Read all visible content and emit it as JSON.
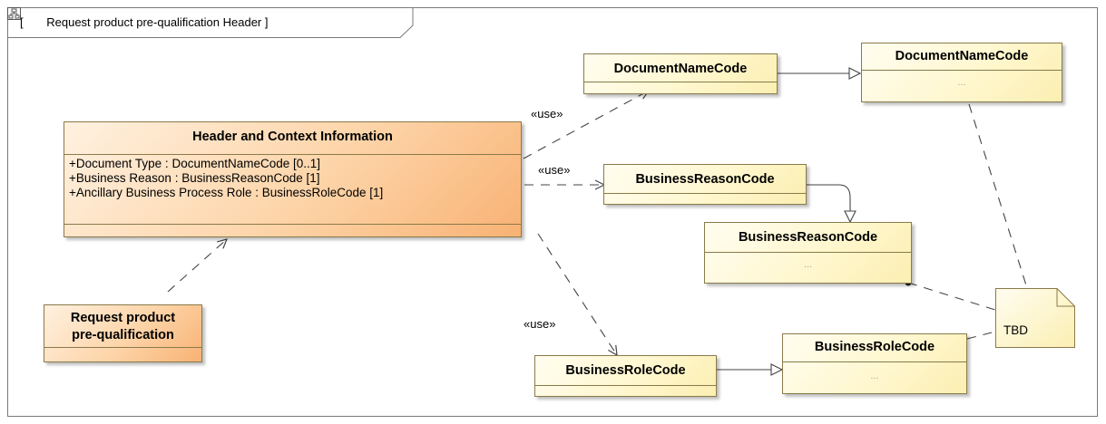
{
  "frame": {
    "title": "Request product pre-qualification Header",
    "icon": "diagram-icon"
  },
  "classes": {
    "header_context": {
      "title": "Header and Context Information",
      "attributes": [
        "+Document Type : DocumentNameCode [0..1]",
        "+Business Reason : BusinessReasonCode [1]",
        "+Ancillary Business Process Role : BusinessRoleCode [1]"
      ]
    },
    "request_product": {
      "title_line1": "Request product",
      "title_line2": "pre-qualification"
    },
    "doc_name_code_a": {
      "title": "DocumentNameCode"
    },
    "doc_name_code_b": {
      "title": "DocumentNameCode",
      "placeholder": "..."
    },
    "business_reason_a": {
      "title": "BusinessReasonCode"
    },
    "business_reason_b": {
      "title": "BusinessReasonCode",
      "placeholder": "..."
    },
    "business_role_a": {
      "title": "BusinessRoleCode"
    },
    "business_role_b": {
      "title": "BusinessRoleCode",
      "placeholder": "..."
    }
  },
  "note": {
    "text": "TBD"
  },
  "stereotypes": {
    "use_top": "«use»",
    "use_mid": "«use»",
    "use_bottom": "«use»"
  },
  "colors": {
    "class_fill": "#fff7cf",
    "highlight_fill": "#fdd4a8",
    "border": "#8a7a4a",
    "line": "#444444"
  }
}
